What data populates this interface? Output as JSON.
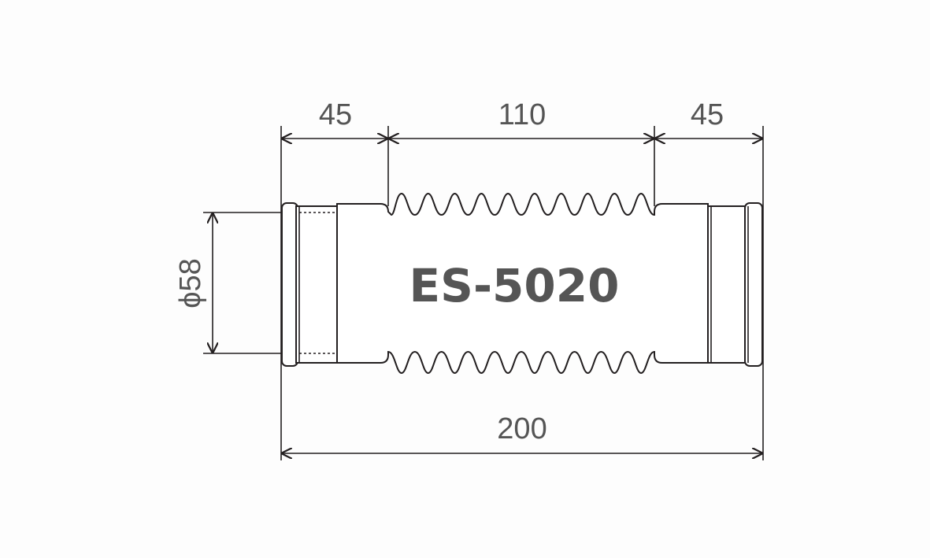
{
  "drawing": {
    "model": "ES-5020",
    "dimensions": {
      "left_length": "45",
      "center_length": "110",
      "right_length": "45",
      "total_length": "200",
      "diameter": "ϕ58"
    }
  },
  "colors": {
    "background": "#fdfdfd",
    "line": "#231f20",
    "text": "#555555"
  }
}
